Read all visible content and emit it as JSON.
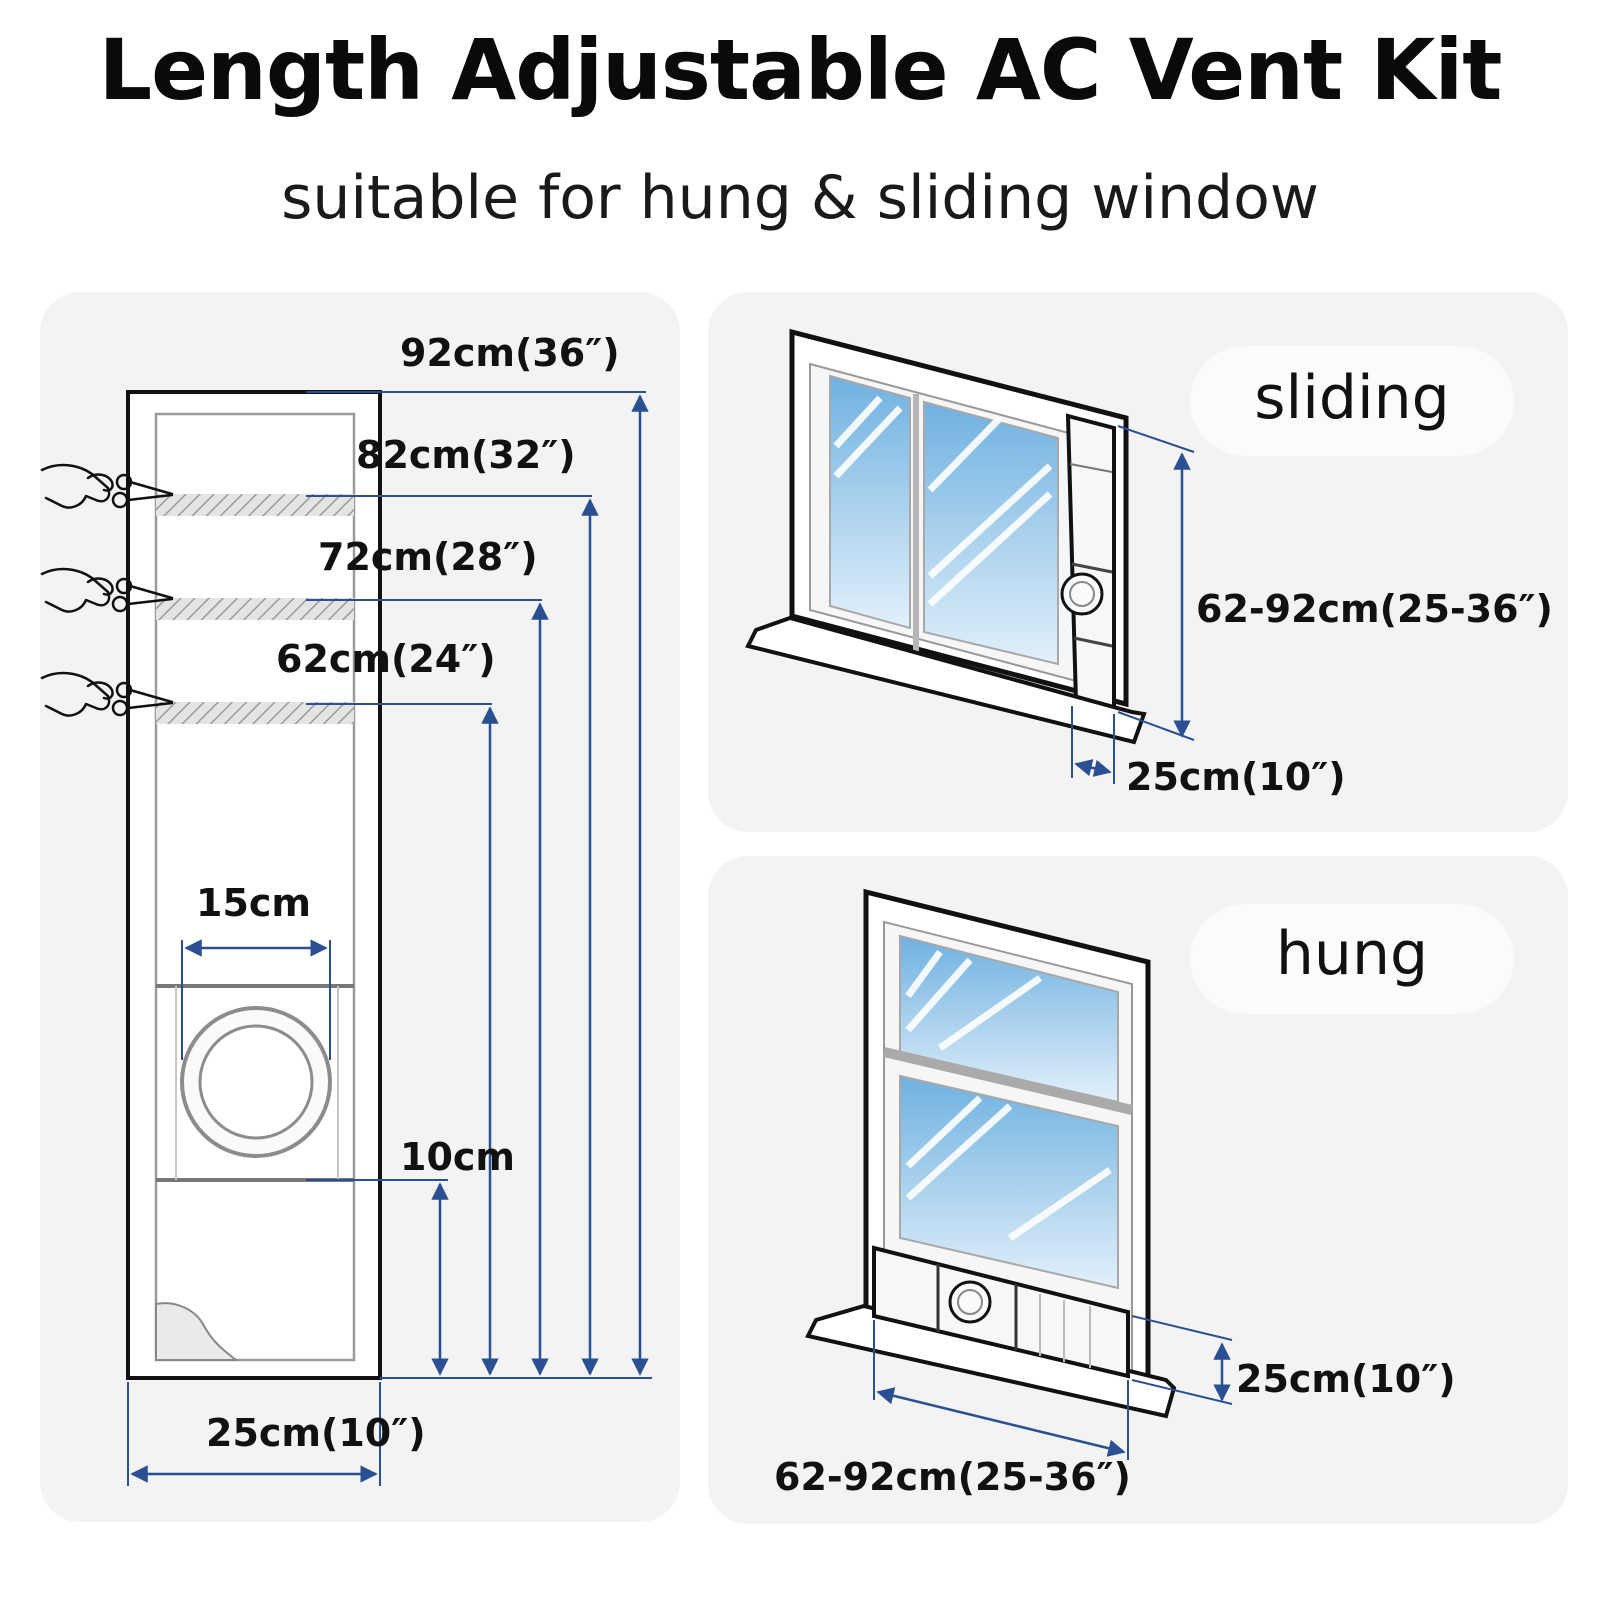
{
  "title": "Length Adjustable AC Vent Kit",
  "subtitle": "suitable for hung & sliding window",
  "panel_labels": {
    "sliding": "sliding",
    "hung": "hung"
  },
  "kit_dimensions": {
    "len_92": "92cm(36″)",
    "len_82": "82cm(32″)",
    "len_72": "72cm(28″)",
    "len_62": "62cm(24″)",
    "hole": "15cm",
    "offset": "10cm",
    "width": "25cm(10″)"
  },
  "sliding_dimensions": {
    "height": "62-92cm(25-36″)",
    "width": "25cm(10″)"
  },
  "hung_dimensions": {
    "length": "62-92cm(25-36″)",
    "width": "25cm(10″)"
  },
  "colors": {
    "dimension_line": "#2a4f92",
    "outline": "#111111",
    "panel": "#f3f3f3",
    "glass": "#8fc3e6"
  }
}
